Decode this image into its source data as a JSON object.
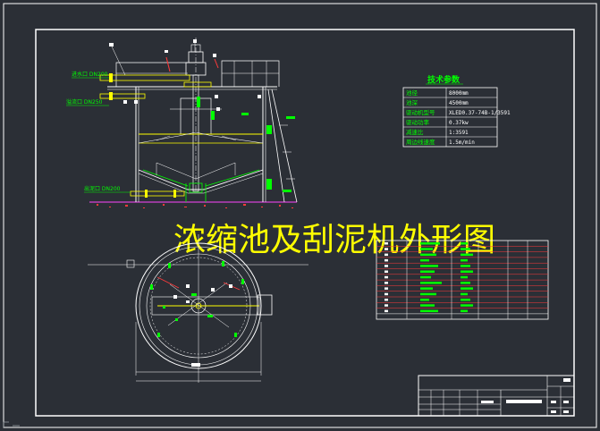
{
  "drawing": {
    "title": "浓缩池及刮泥机外形图",
    "colors": {
      "background": "#2b2f36",
      "frame": "#ffffff",
      "title": "#ffff00",
      "green": "#00ff00",
      "yellow": "#ffff00",
      "red": "#ff3b3b",
      "magenta": "#ff44ff"
    }
  },
  "callouts": {
    "inlet": "进水口 DN200",
    "overflow": "溢流口 DN250",
    "outlet": "出泥口 DN200"
  },
  "tech_params": {
    "title": "技术参数",
    "rows": [
      {
        "key": "池径",
        "value": "8000mm"
      },
      {
        "key": "池深",
        "value": "4500mm"
      },
      {
        "key": "驱动机型号",
        "value": "XLED0.37-74B-1/3591"
      },
      {
        "key": "驱动功率",
        "value": "0.37kw"
      },
      {
        "key": "减速比",
        "value": "1:3591"
      },
      {
        "key": "周边线速度",
        "value": "1.5m/min"
      }
    ]
  }
}
